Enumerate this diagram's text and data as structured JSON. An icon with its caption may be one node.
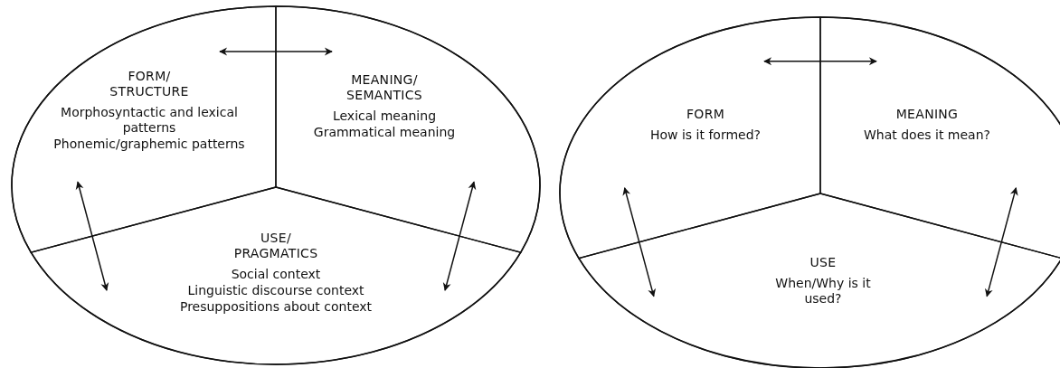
{
  "diagram": {
    "nodes": [
      {
        "text": [],
        "shape": "circle"
      },
      {
        "text": [
          "FORM/ STRUCTURE",
          "Morphosyntactic and lexical patterns",
          "Phonemic/graphemic patterns"
        ],
        "in": 0
      },
      {
        "text": [
          "MEANING/ SEMANTICS",
          "Lexical meaning",
          "Grammatical meaning"
        ],
        "in": 0
      },
      {
        "text": [
          "USE/ PRAGMATICS",
          "Social context",
          "Linguistic discourse context",
          "Presuppositions about context"
        ],
        "in": 0
      },
      {
        "text": [],
        "shape": "circle"
      },
      {
        "text": [
          "FORM",
          "How is it formed?"
        ],
        "in": 4
      },
      {
        "text": [
          "MEANING",
          "What does it mean?"
        ],
        "in": 4
      },
      {
        "text": [
          "USE",
          "When/Why is it used?"
        ],
        "in": 4
      }
    ],
    "edges": [
      {
        "from": 1,
        "to": 2,
        "arrow": "both"
      },
      {
        "from": 1,
        "to": 3,
        "arrow": "both"
      },
      {
        "from": 2,
        "to": 3,
        "arrow": "both"
      },
      {
        "from": 5,
        "to": 6,
        "arrow": "both"
      },
      {
        "from": 5,
        "to": 7,
        "arrow": "both"
      },
      {
        "from": 6,
        "to": 7,
        "arrow": "both"
      }
    ]
  }
}
